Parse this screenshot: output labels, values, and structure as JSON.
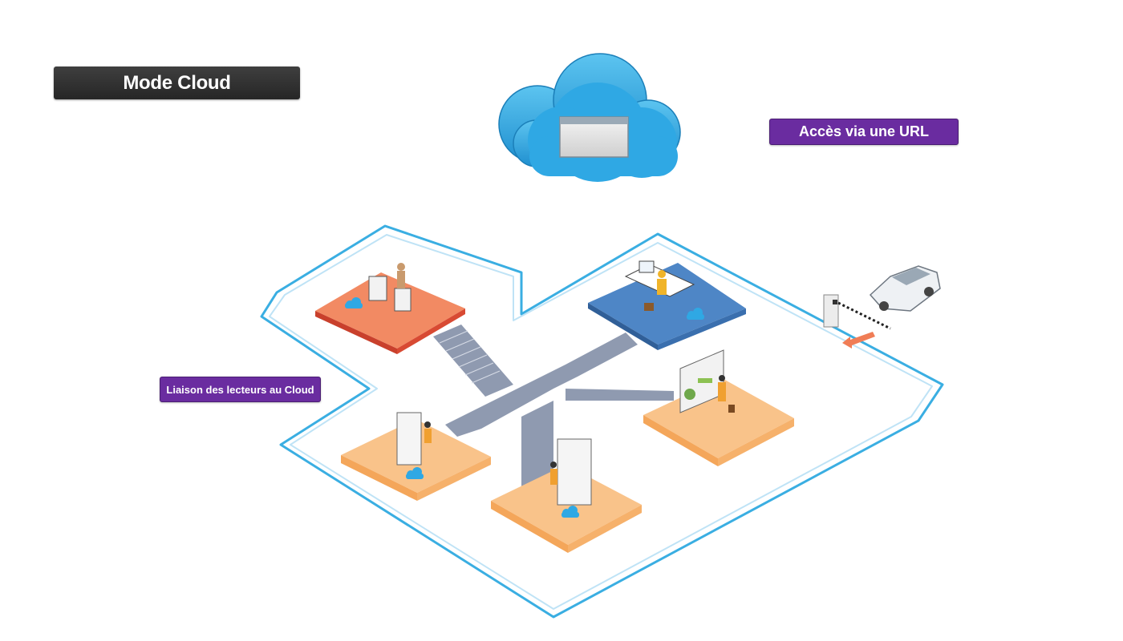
{
  "title": "Mode Cloud",
  "labels": {
    "url_access": "Accès via une URL",
    "readers_link": "Liaison des lecteurs au Cloud"
  },
  "colors": {
    "title_bg": "#2e2e2e",
    "label_bg": "#6a2ca0",
    "cloud_blue": "#27a1dd",
    "outline_blue": "#3aaee2",
    "zone_red": "#e8573d",
    "zone_blue": "#3f7bbf",
    "zone_orange": "#f7b774",
    "corridor": "#8f9ab0"
  },
  "icons": [
    "cloud-icon",
    "browser-window-icon",
    "car-icon",
    "barrier-icon",
    "person-icon",
    "turnstile-icon",
    "desk-icon",
    "planning-board-icon"
  ]
}
